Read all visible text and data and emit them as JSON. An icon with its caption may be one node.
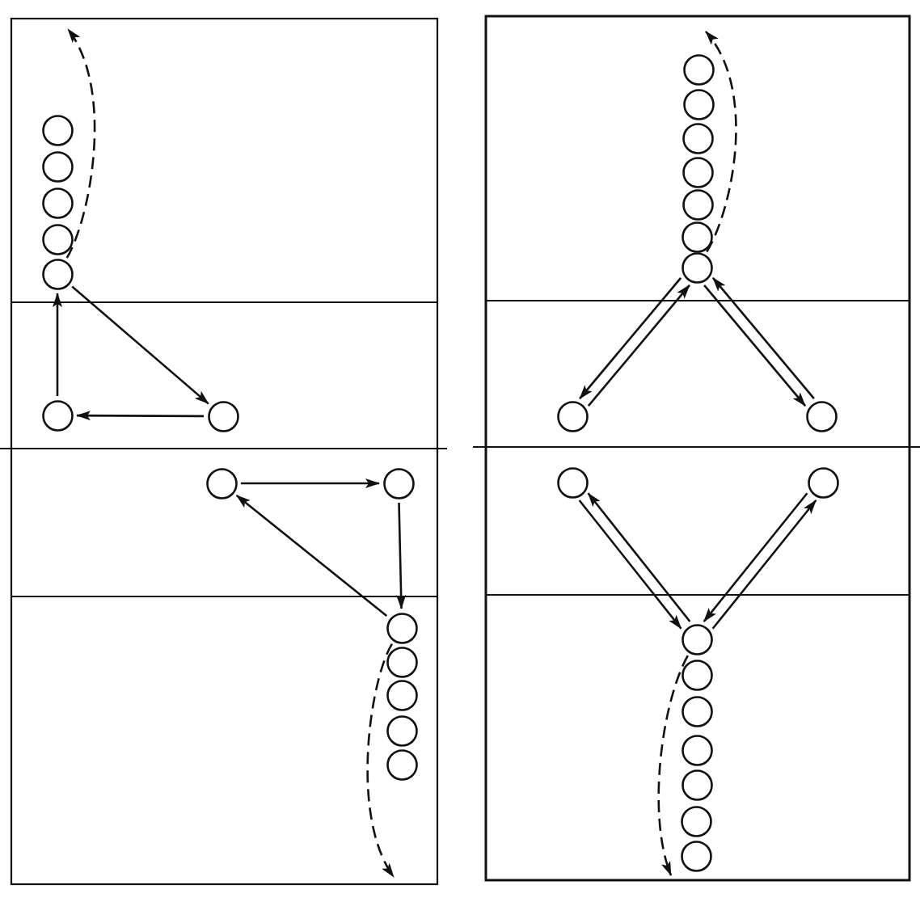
{
  "diagram": {
    "nodes": [
      {
        "text": [],
        "shape": "circle"
      },
      {
        "text": [],
        "shape": "circle"
      },
      {
        "text": [],
        "shape": "circle"
      },
      {
        "text": [],
        "shape": "circle"
      },
      {
        "text": [],
        "shape": "circle"
      },
      {
        "text": [],
        "shape": "circle"
      },
      {
        "text": [],
        "shape": "circle"
      },
      {
        "text": [],
        "shape": "circle"
      },
      {
        "text": [],
        "shape": "circle"
      },
      {
        "text": [],
        "shape": "circle"
      },
      {
        "text": [],
        "shape": "circle"
      },
      {
        "text": [],
        "shape": "circle"
      },
      {
        "text": [],
        "shape": "circle"
      },
      {
        "text": [],
        "shape": "circle"
      },
      {
        "text": [],
        "shape": "circle"
      },
      {
        "text": [],
        "shape": "circle"
      },
      {
        "text": [],
        "shape": "circle"
      },
      {
        "text": [],
        "shape": "circle"
      },
      {
        "text": [],
        "shape": "circle"
      },
      {
        "text": [],
        "shape": "circle"
      },
      {
        "text": [],
        "shape": "circle"
      },
      {
        "text": [],
        "shape": "circle"
      },
      {
        "text": [],
        "shape": "circle"
      },
      {
        "text": [],
        "shape": "circle"
      },
      {
        "text": [],
        "shape": "circle"
      },
      {
        "text": [],
        "shape": "circle"
      },
      {
        "text": [],
        "shape": "circle"
      },
      {
        "text": [],
        "shape": "circle"
      },
      {
        "text": [],
        "shape": "circle"
      },
      {
        "text": [],
        "shape": "circle"
      },
      {
        "text": [],
        "shape": "circle"
      },
      {
        "text": [],
        "shape": "circle"
      }
    ],
    "edges": [
      {
        "from": 4,
        "to": null,
        "arrow": "to",
        "style": "dashed"
      },
      {
        "from": 4,
        "to": 6,
        "arrow": "to"
      },
      {
        "from": 6,
        "to": 5,
        "arrow": "to"
      },
      {
        "from": 5,
        "to": 4,
        "arrow": "to"
      },
      {
        "from": 7,
        "to": 8,
        "arrow": "to"
      },
      {
        "from": 8,
        "to": 9,
        "arrow": "to"
      },
      {
        "from": 9,
        "to": 7,
        "arrow": "to"
      },
      {
        "from": 9,
        "to": null,
        "arrow": "to",
        "style": "dashed"
      },
      {
        "from": 20,
        "to": 14,
        "arrow": "to",
        "style": "dashed"
      },
      {
        "from": 20,
        "to": 21,
        "arrow": "to"
      },
      {
        "from": 21,
        "to": 20,
        "arrow": "to"
      },
      {
        "from": 20,
        "to": 22,
        "arrow": "to"
      },
      {
        "from": 22,
        "to": 20,
        "arrow": "to"
      },
      {
        "from": 23,
        "to": 25,
        "arrow": "to"
      },
      {
        "from": 25,
        "to": 23,
        "arrow": "to"
      },
      {
        "from": 24,
        "to": 25,
        "arrow": "to"
      },
      {
        "from": 25,
        "to": 24,
        "arrow": "to"
      },
      {
        "from": 25,
        "to": 31,
        "arrow": "to",
        "style": "dashed"
      }
    ]
  }
}
